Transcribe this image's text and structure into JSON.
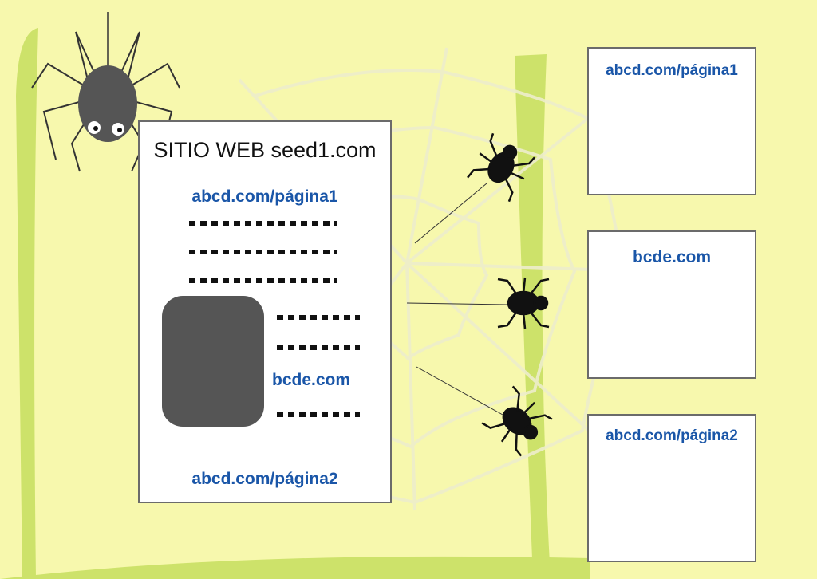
{
  "seed_site": {
    "title": "SITIO WEB seed1.com",
    "links": [
      "abcd.com/página1",
      "bcde.com",
      "abcd.com/página2"
    ]
  },
  "crawled_pages": [
    {
      "label": "abcd.com/página1"
    },
    {
      "label": "bcde.com"
    },
    {
      "label": "abcd.com/página2"
    }
  ],
  "colors": {
    "background": "#f7f8ad",
    "stripe": "#cde26a",
    "link": "#1a56a8"
  }
}
